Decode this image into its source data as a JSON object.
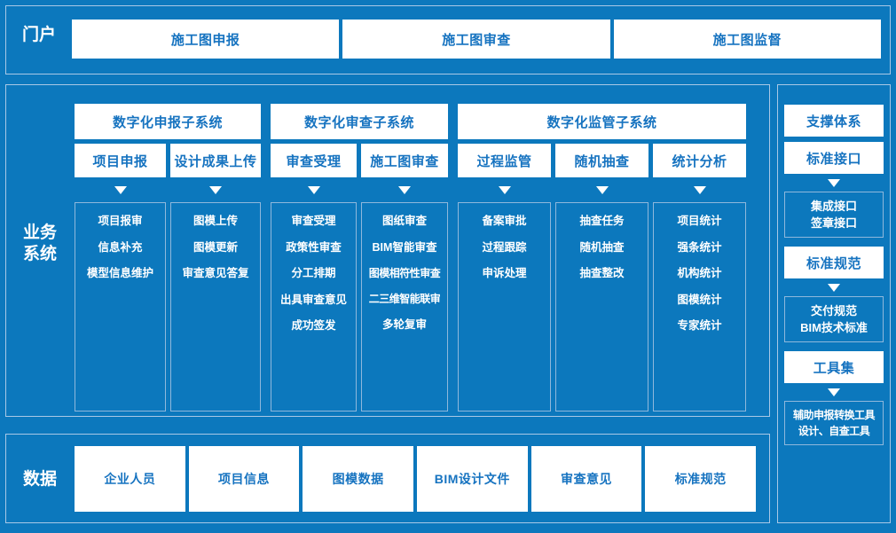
{
  "theme": {
    "bg_blue": "#0c78bd",
    "card_white": "#ffffff",
    "card_text": "#1673c0",
    "border_light": "#a9c8e6",
    "box_border": "#8fb8dc"
  },
  "portal": {
    "label": "门户",
    "cards": [
      {
        "label": "施工图申报"
      },
      {
        "label": "施工图审查"
      },
      {
        "label": "施工图监督"
      }
    ]
  },
  "business": {
    "label_line1": "业务",
    "label_line2": "系统",
    "groups": [
      {
        "title": "数字化申报子系统",
        "columns": [
          {
            "title": "项目申报",
            "items": [
              "项目报审",
              "信息补充",
              "模型信息维护"
            ]
          },
          {
            "title": "设计成果上传",
            "items": [
              "图模上传",
              "图模更新",
              "审查意见答复"
            ]
          }
        ]
      },
      {
        "title": "数字化审查子系统",
        "columns": [
          {
            "title": "审查受理",
            "items": [
              "审查受理",
              "政策性审查",
              "分工排期",
              "出具审查意见",
              "成功签发"
            ]
          },
          {
            "title": "施工图审查",
            "items": [
              "图纸审查",
              "BIM智能审查",
              "图模相符性审查",
              "二三维智能联审",
              "多轮复审"
            ]
          }
        ]
      },
      {
        "title": "数字化监管子系统",
        "columns": [
          {
            "title": "过程监管",
            "items": [
              "备案审批",
              "过程跟踪",
              "申诉处理"
            ]
          },
          {
            "title": "随机抽查",
            "items": [
              "抽查任务",
              "随机抽查",
              "抽查整改"
            ]
          },
          {
            "title": "统计分析",
            "items": [
              "项目统计",
              "强条统计",
              "机构统计",
              "图模统计",
              "专家统计"
            ]
          }
        ]
      }
    ]
  },
  "support": {
    "title": "支撑体系",
    "sections": [
      {
        "title": "标准接口",
        "items": [
          "集成接口",
          "签章接口"
        ]
      },
      {
        "title": "标准规范",
        "items": [
          "交付规范",
          "BIM技术标准"
        ]
      },
      {
        "title": "工具集",
        "items": [
          "辅助申报转换工具",
          "设计、自查工具"
        ]
      }
    ]
  },
  "data": {
    "label": "数据",
    "cards": [
      {
        "label": "企业人员"
      },
      {
        "label": "项目信息"
      },
      {
        "label": "图模数据"
      },
      {
        "label": "BIM设计文件"
      },
      {
        "label": "审查意见"
      },
      {
        "label": "标准规范"
      }
    ]
  }
}
